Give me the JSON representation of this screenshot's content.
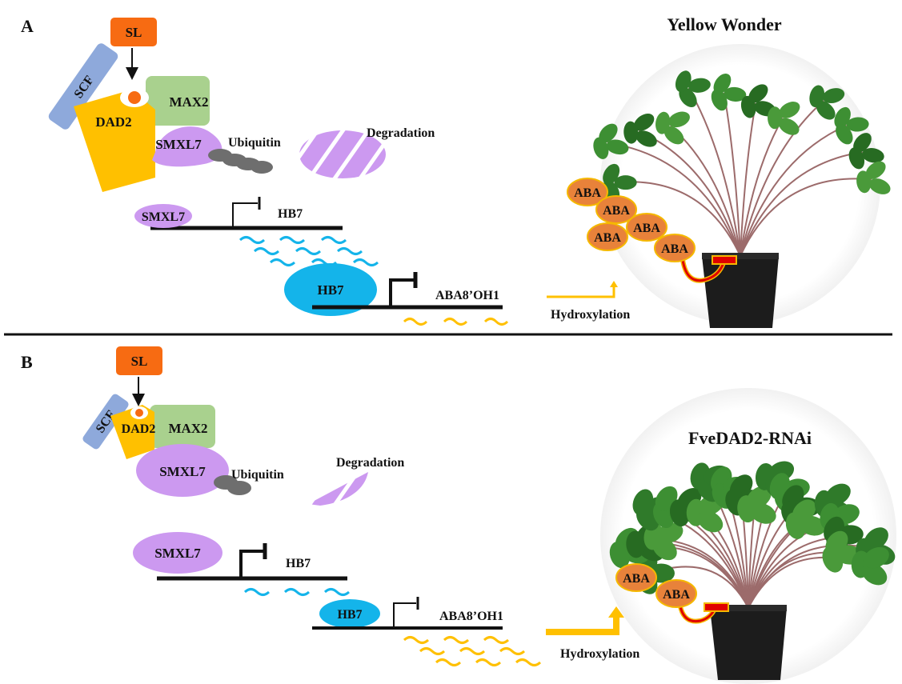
{
  "panel_a": {
    "letter": "A",
    "title": "Yellow Wonder",
    "sl": "SL",
    "scf": "SCF",
    "dad2": "DAD2",
    "max2": "MAX2",
    "smxl7": "SMXL7",
    "ubiquitin": "Ubiquitin",
    "degradation": "Degradation",
    "smxl7_bound": "SMXL7",
    "hb7_gene": "HB7",
    "hb7_protein": "HB7",
    "aba_gene": "ABA8’OH1",
    "hydroxylation": "Hydroxylation",
    "aba": [
      "ABA",
      "ABA",
      "ABA",
      "ABA",
      "ABA"
    ]
  },
  "panel_b": {
    "letter": "B",
    "title": "FveDAD2-RNAi",
    "sl": "SL",
    "scf": "SCF",
    "dad2": "DAD2",
    "max2": "MAX2",
    "smxl7": "SMXL7",
    "ubiquitin": "Ubiquitin",
    "degradation": "Degradation",
    "smxl7_bound": "SMXL7",
    "hb7_gene": "HB7",
    "hb7_protein": "HB7",
    "aba_gene": "ABA8’OH1",
    "hydroxylation": "Hydroxylation",
    "aba": [
      "ABA",
      "ABA"
    ]
  },
  "colors": {
    "sl": "#F76B12",
    "scf": "#8EA9DB",
    "dad2": "#FFC000",
    "max2": "#A9D18E",
    "smxl7": "#CC99F0",
    "ubiquitin": "#6E6E6E",
    "hb7": "#14B4EA",
    "aba_fill": "#E8823A",
    "aba_border": "#F5B800",
    "inhibit": "#E00000"
  }
}
